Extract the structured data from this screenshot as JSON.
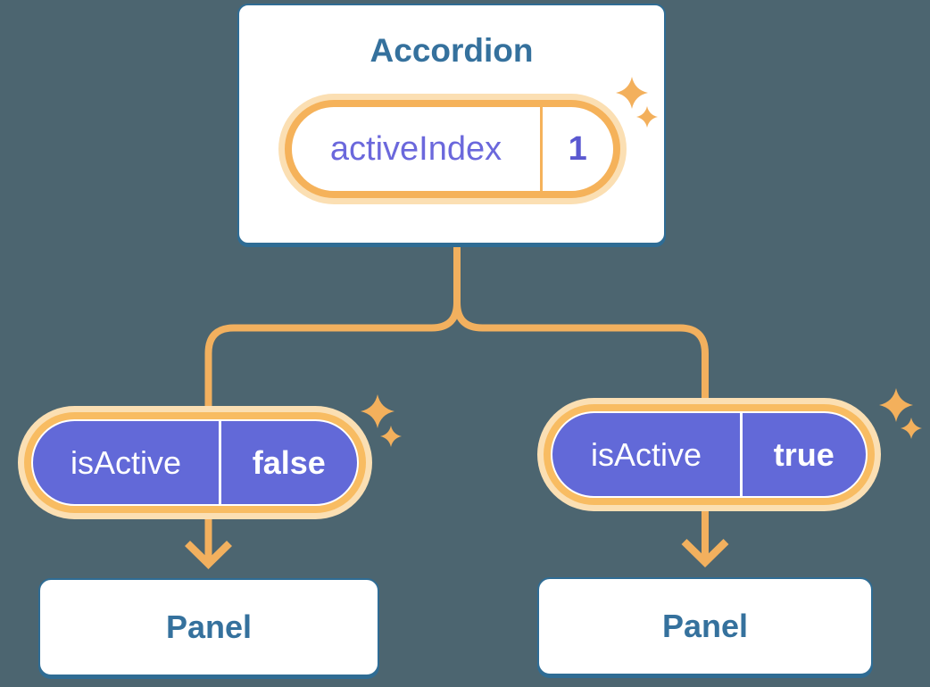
{
  "canvas": {
    "background_color": "#4C6570"
  },
  "palette": {
    "card_border_blue": "#2F6C94",
    "title_text_blue": "#35719D",
    "connector_orange": "#F2B05E",
    "ring_orange": "#F8BC62",
    "halo_cream": "#FBDFB3",
    "pill_purple": "#6269D8",
    "state_label_purple": "#6B68DC",
    "state_value_purple": "#5A58D0",
    "sparkle_orange": "#F3B05C",
    "pill_text_white": "#FFFFFF"
  },
  "accordion": {
    "title": "Accordion",
    "state": {
      "label": "activeIndex",
      "value": "1"
    }
  },
  "children": [
    {
      "prop": {
        "label": "isActive",
        "value": "false"
      },
      "component": "Panel"
    },
    {
      "prop": {
        "label": "isActive",
        "value": "true"
      },
      "component": "Panel"
    }
  ]
}
